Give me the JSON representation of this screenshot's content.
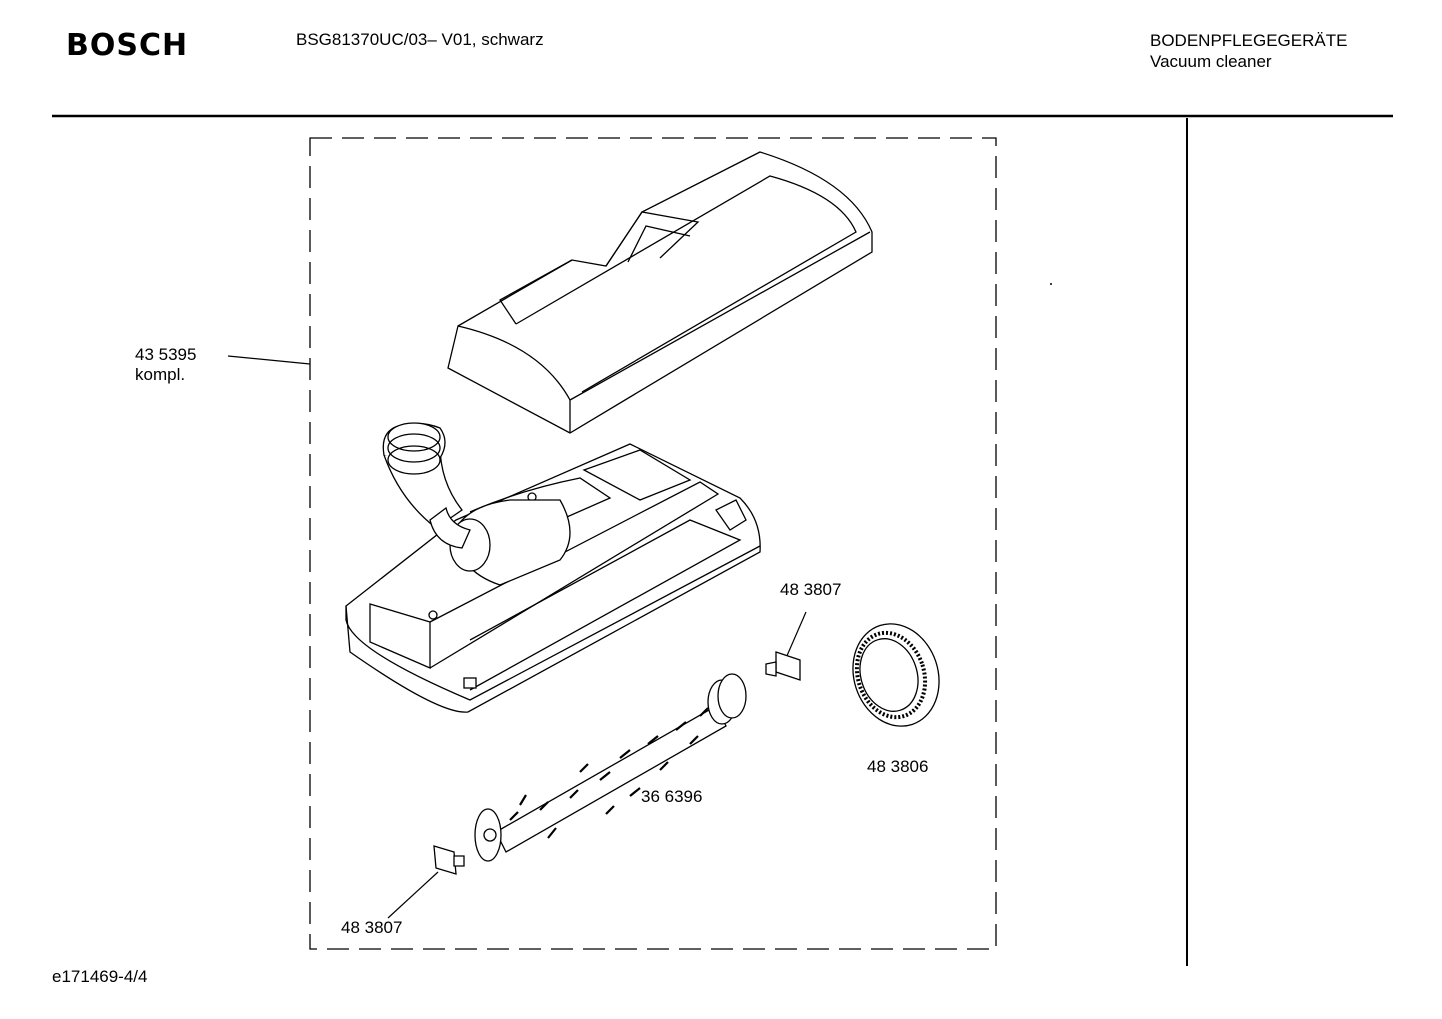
{
  "header": {
    "brand": "BOSCH",
    "model": "BSG81370UC/03– V01, schwarz",
    "category_de": "BODENPFLEGEGERÄTE",
    "category_en": "Vacuum cleaner"
  },
  "parts": {
    "assembly_number": "43 5395",
    "assembly_note": "kompl.",
    "roller_clip_right": "48 3807",
    "belt": "48 3806",
    "brush_roller": "36 6396",
    "roller_clip_left": "48 3807"
  },
  "footer": {
    "drawing_id": "e171469-4/4"
  }
}
